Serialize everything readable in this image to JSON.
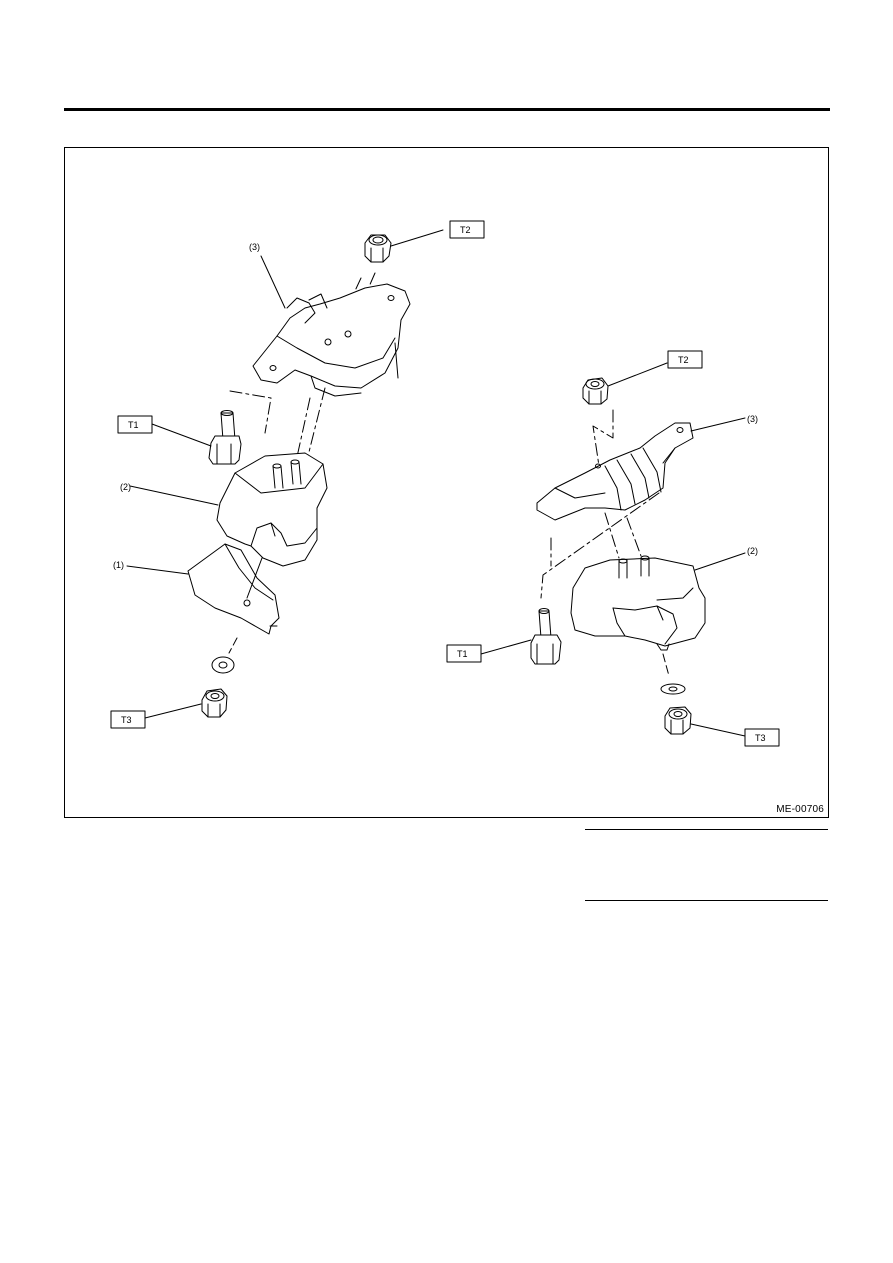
{
  "figure": {
    "code": "ME-00706",
    "left_view": {
      "callouts": {
        "part1": "(1)",
        "part2": "(2)",
        "part3": "(3)"
      },
      "torque": {
        "t1": "T1",
        "t2": "T2",
        "t3": "T3"
      }
    },
    "right_view": {
      "callouts": {
        "part2": "(2)",
        "part3": "(3)"
      },
      "torque": {
        "t1": "T1",
        "t2": "T2",
        "t3": "T3"
      }
    }
  }
}
